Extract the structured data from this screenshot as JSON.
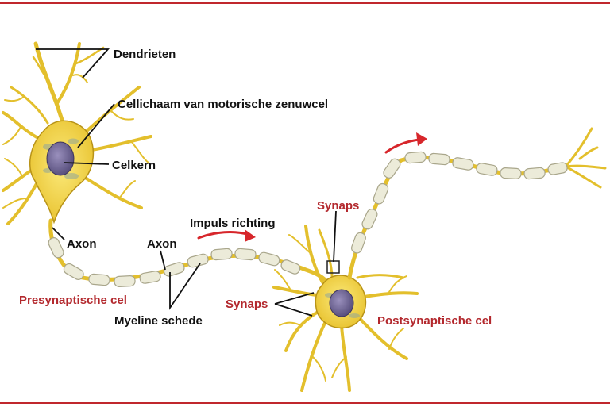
{
  "labels": {
    "dendrites": "Dendrieten",
    "cell_body": "Cellichaam van motorische zenuwcel",
    "nucleus": "Celkern",
    "axon_left": "Axon",
    "axon_mid": "Axon",
    "impulse_direction": "Impuls richting",
    "presynaptic_cell": "Presynaptische cel",
    "myelin_sheath": "Myeline schede",
    "synapse_top": "Synaps",
    "synapses": "Synaps",
    "postsynaptic_cell": "Postsynaptische cel"
  },
  "colors": {
    "frame": "#c0272d",
    "neuron_fill": "#f2d33f",
    "neuron_stroke": "#b89318",
    "myelin_fill": "#ecebd9",
    "myelin_stroke": "#a9a68b",
    "nucleus_fill": "#6f6590",
    "arrow": "#d7262b",
    "label_black": "#111111",
    "label_red": "#b3282d"
  },
  "icons": {
    "impulse_arrow": "curved-arrow-right-icon",
    "synapse_marker": "square-outline-icon"
  }
}
